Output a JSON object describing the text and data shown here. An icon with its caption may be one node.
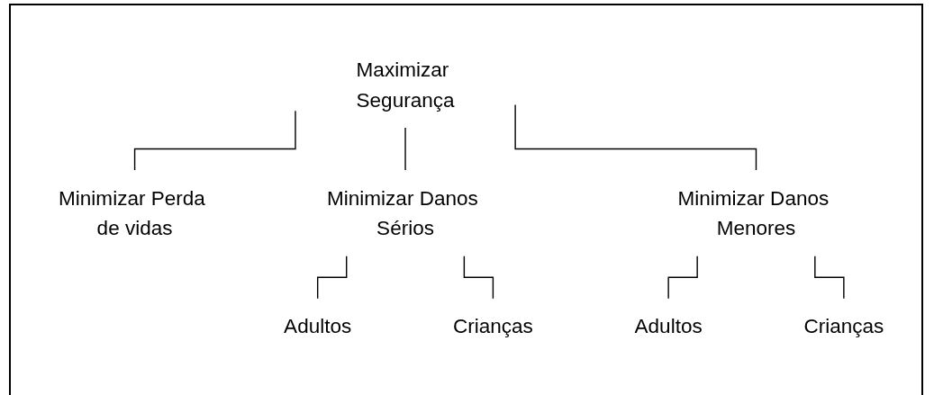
{
  "diagram": {
    "nodes": [
      {
        "text": [
          "Maximizar Segurança"
        ]
      },
      {
        "text": [
          "Minimizar Perda de vidas"
        ]
      },
      {
        "text": [
          "Minimizar Danos Sérios"
        ]
      },
      {
        "text": [
          "Minimizar Danos Menores"
        ]
      },
      {
        "text": [
          "Adultos"
        ]
      },
      {
        "text": [
          "Crianças"
        ]
      },
      {
        "text": [
          "Adultos"
        ]
      },
      {
        "text": [
          "Crianças"
        ]
      }
    ],
    "edges": [
      {
        "from": 0,
        "to": 1,
        "arrow": "none"
      },
      {
        "from": 0,
        "to": 2,
        "arrow": "none"
      },
      {
        "from": 0,
        "to": 3,
        "arrow": "none"
      },
      {
        "from": 2,
        "to": 4,
        "arrow": "none"
      },
      {
        "from": 2,
        "to": 5,
        "arrow": "none"
      },
      {
        "from": 3,
        "to": 6,
        "arrow": "none"
      },
      {
        "from": 3,
        "to": 7,
        "arrow": "none"
      }
    ]
  }
}
